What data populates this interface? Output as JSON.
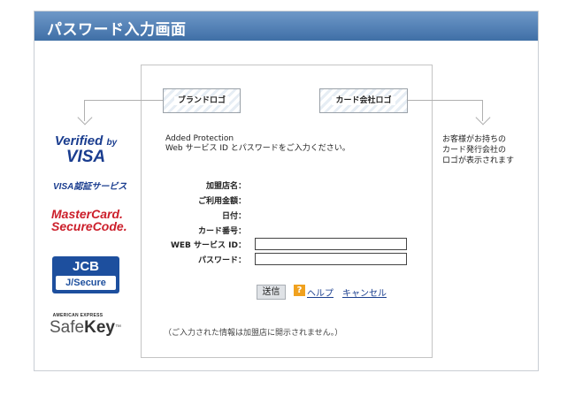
{
  "window": {
    "title": "パスワード入力画面"
  },
  "logos": {
    "brand_label": "ブランドロゴ",
    "card_label": "カード会社ロゴ"
  },
  "intro": {
    "line1": "Added Protection",
    "line2": "Web サービス ID とパスワードをご入力ください。"
  },
  "side_note": {
    "line1": "お客様がお持ちの",
    "line2": "カード発行会社の",
    "line3": "ロゴが表示されます"
  },
  "form": {
    "merchant_label": "加盟店名：",
    "amount_label": "ご利用金額：",
    "date_label": "日付：",
    "card_number_label": "カード番号：",
    "web_id_label": "WEB サービス ID：",
    "password_label": "パスワード：",
    "web_id_value": "",
    "password_value": ""
  },
  "actions": {
    "send_label": "送信",
    "help_icon_glyph": "?",
    "help_label": "ヘルプ",
    "cancel_label": "キャンセル"
  },
  "footnote": "（ご入力された情報は加盟店に開示されません。）",
  "brands": {
    "visa_line1": "Verified",
    "visa_by": "by",
    "visa_line2": "VISA",
    "visa_auth": "VISA認証サービス",
    "mc_line1": "MasterCard.",
    "mc_line2": "SecureCode.",
    "jcb_line1": "JCB",
    "jcb_line2": "J/Secure",
    "amex_top": "AMERICAN EXPRESS",
    "amex_safe": "Safe",
    "amex_key": "Key",
    "amex_tm": "™"
  },
  "colors": {
    "header_top": "#6e98c8",
    "header_bottom": "#3f6fa6",
    "visa_blue": "#1a3d8f",
    "mc_red": "#cc1f2b",
    "jcb_blue": "#1d4f9e",
    "help_orange": "#f0a11e",
    "link_blue": "#1b3f8f"
  }
}
